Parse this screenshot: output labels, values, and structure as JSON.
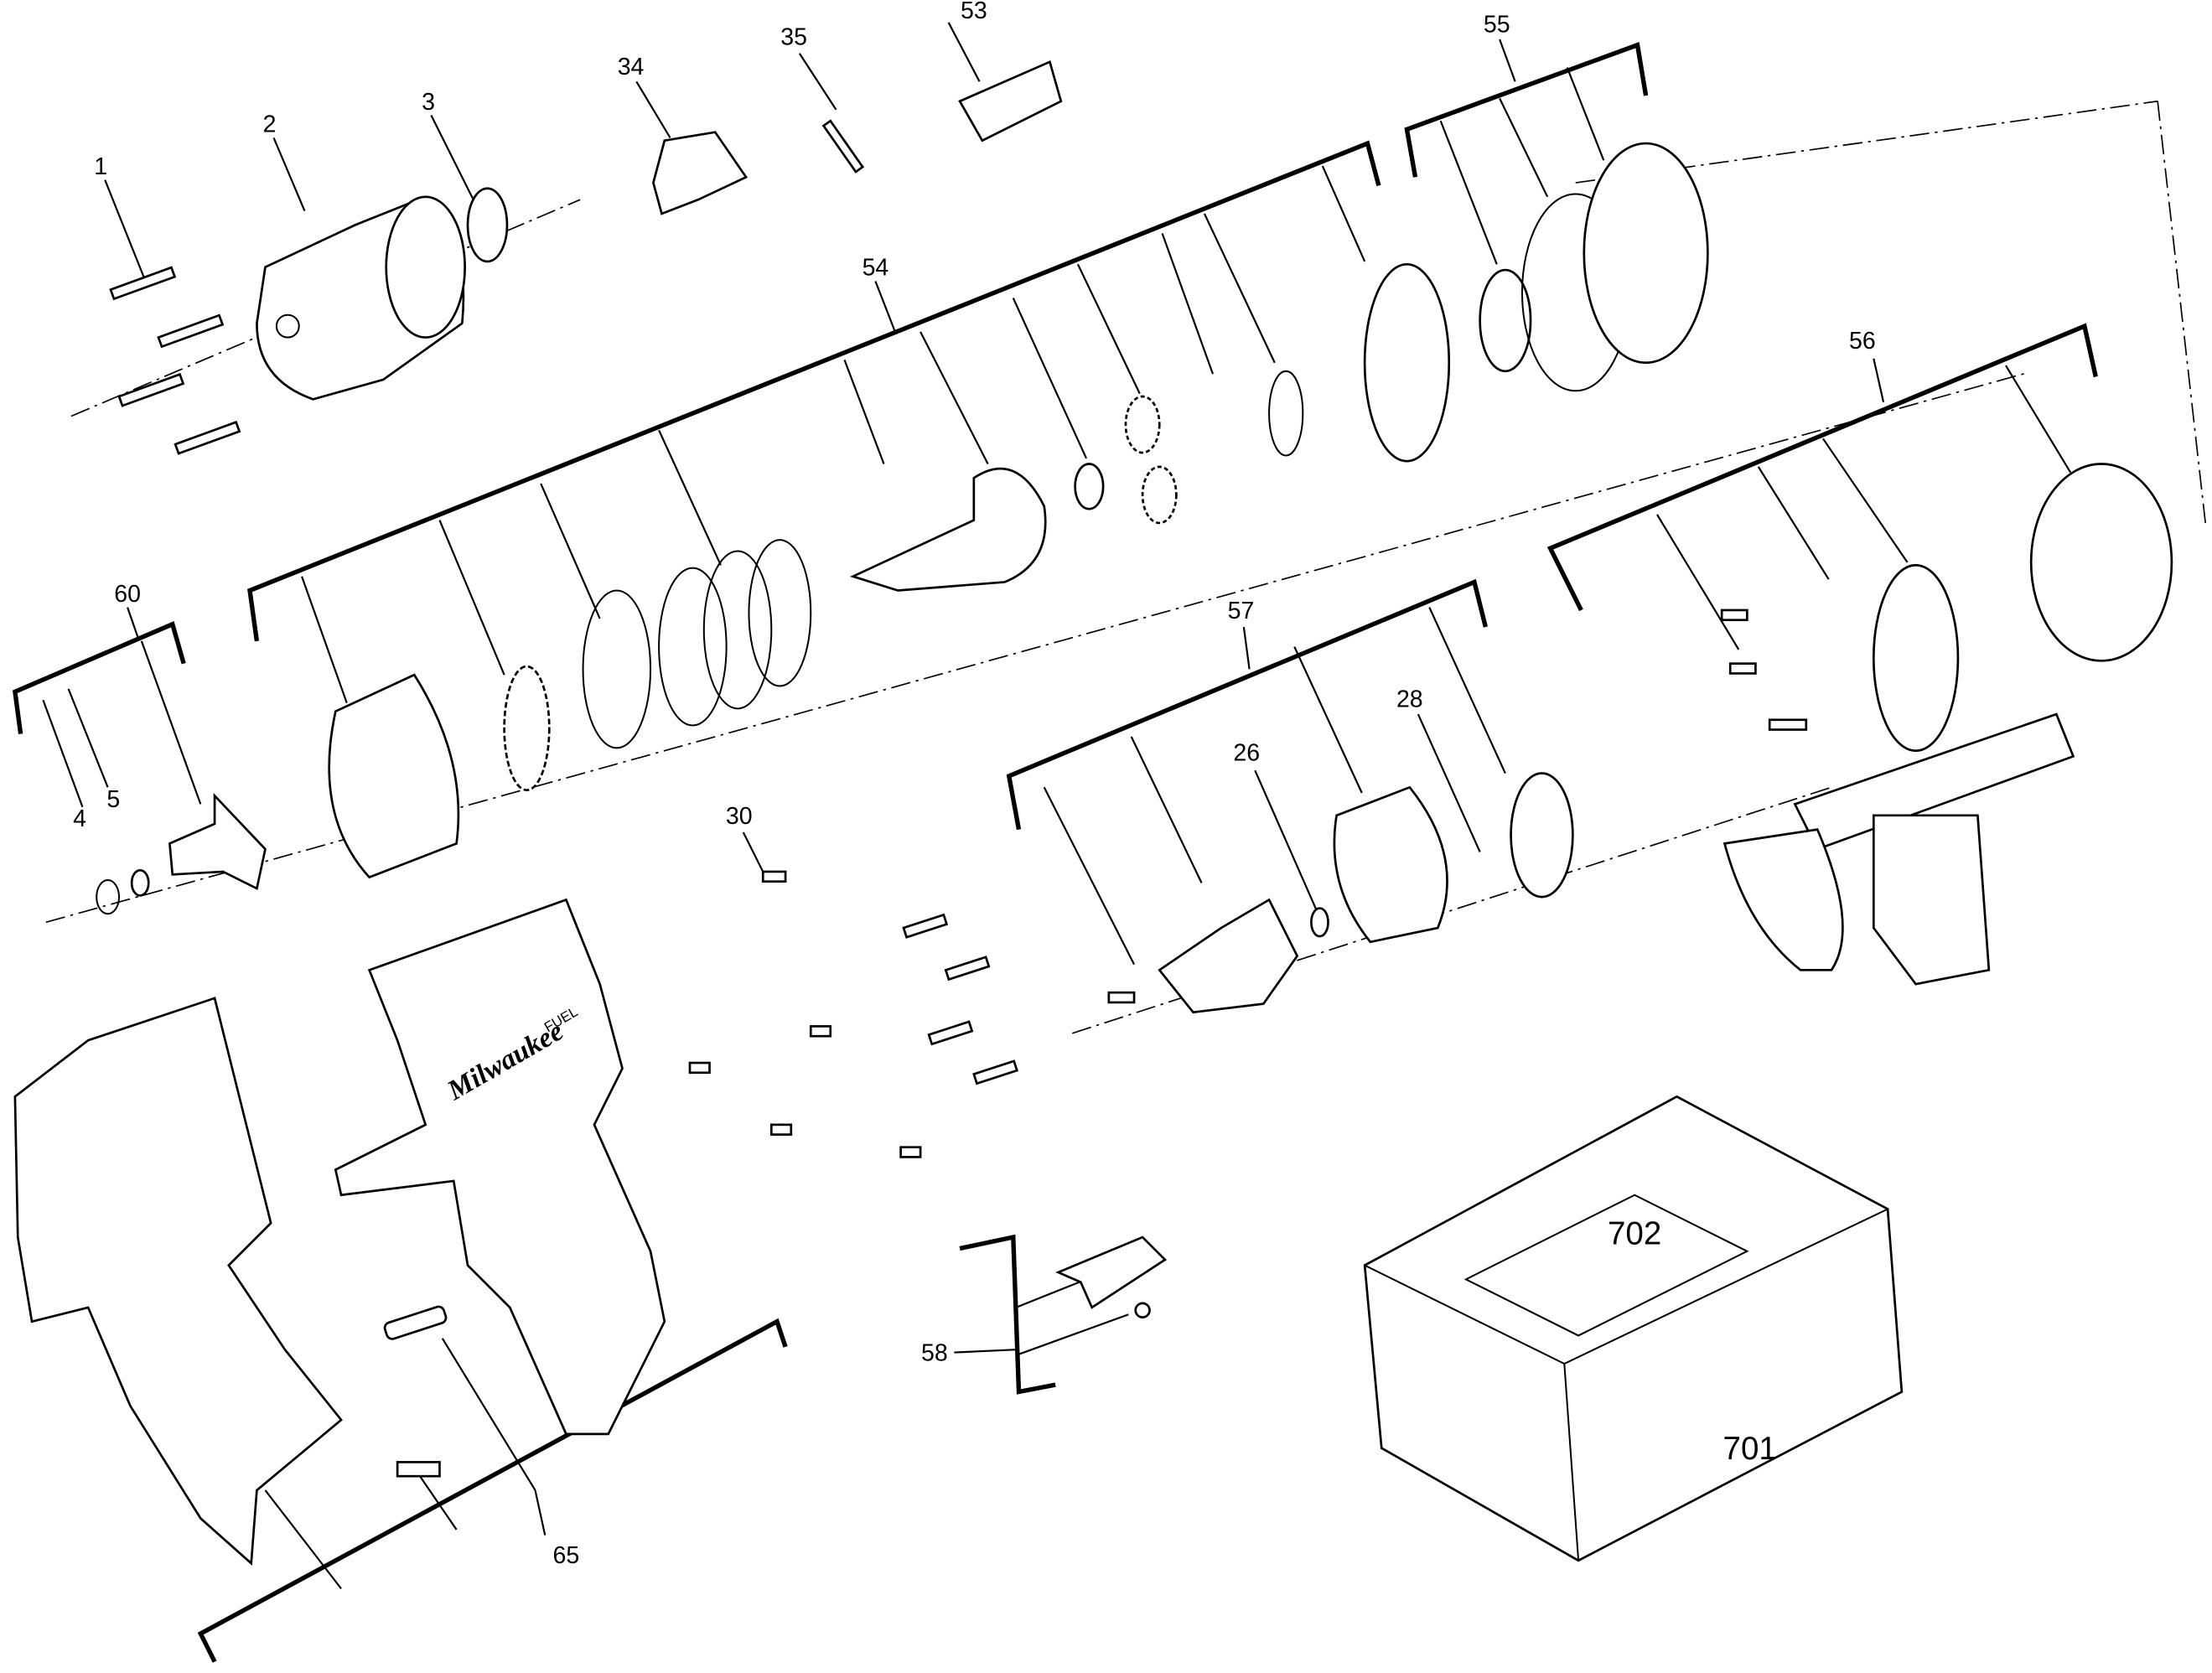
{
  "diagram": {
    "title": "Exploded parts diagram",
    "labels": {
      "p1": "1",
      "p2": "2",
      "p3": "3",
      "p4": "4",
      "p5": "5",
      "p26": "26",
      "p28": "28",
      "p30": "30",
      "p34": "34",
      "p35": "35",
      "p53": "53",
      "p54": "54",
      "p55": "55",
      "p56": "56",
      "p57": "57",
      "p58": "58",
      "p60": "60",
      "p65": "65",
      "p701": "701",
      "p702": "702"
    },
    "brand_logo": "Milwaukee",
    "brand_sub": "FUEL"
  }
}
